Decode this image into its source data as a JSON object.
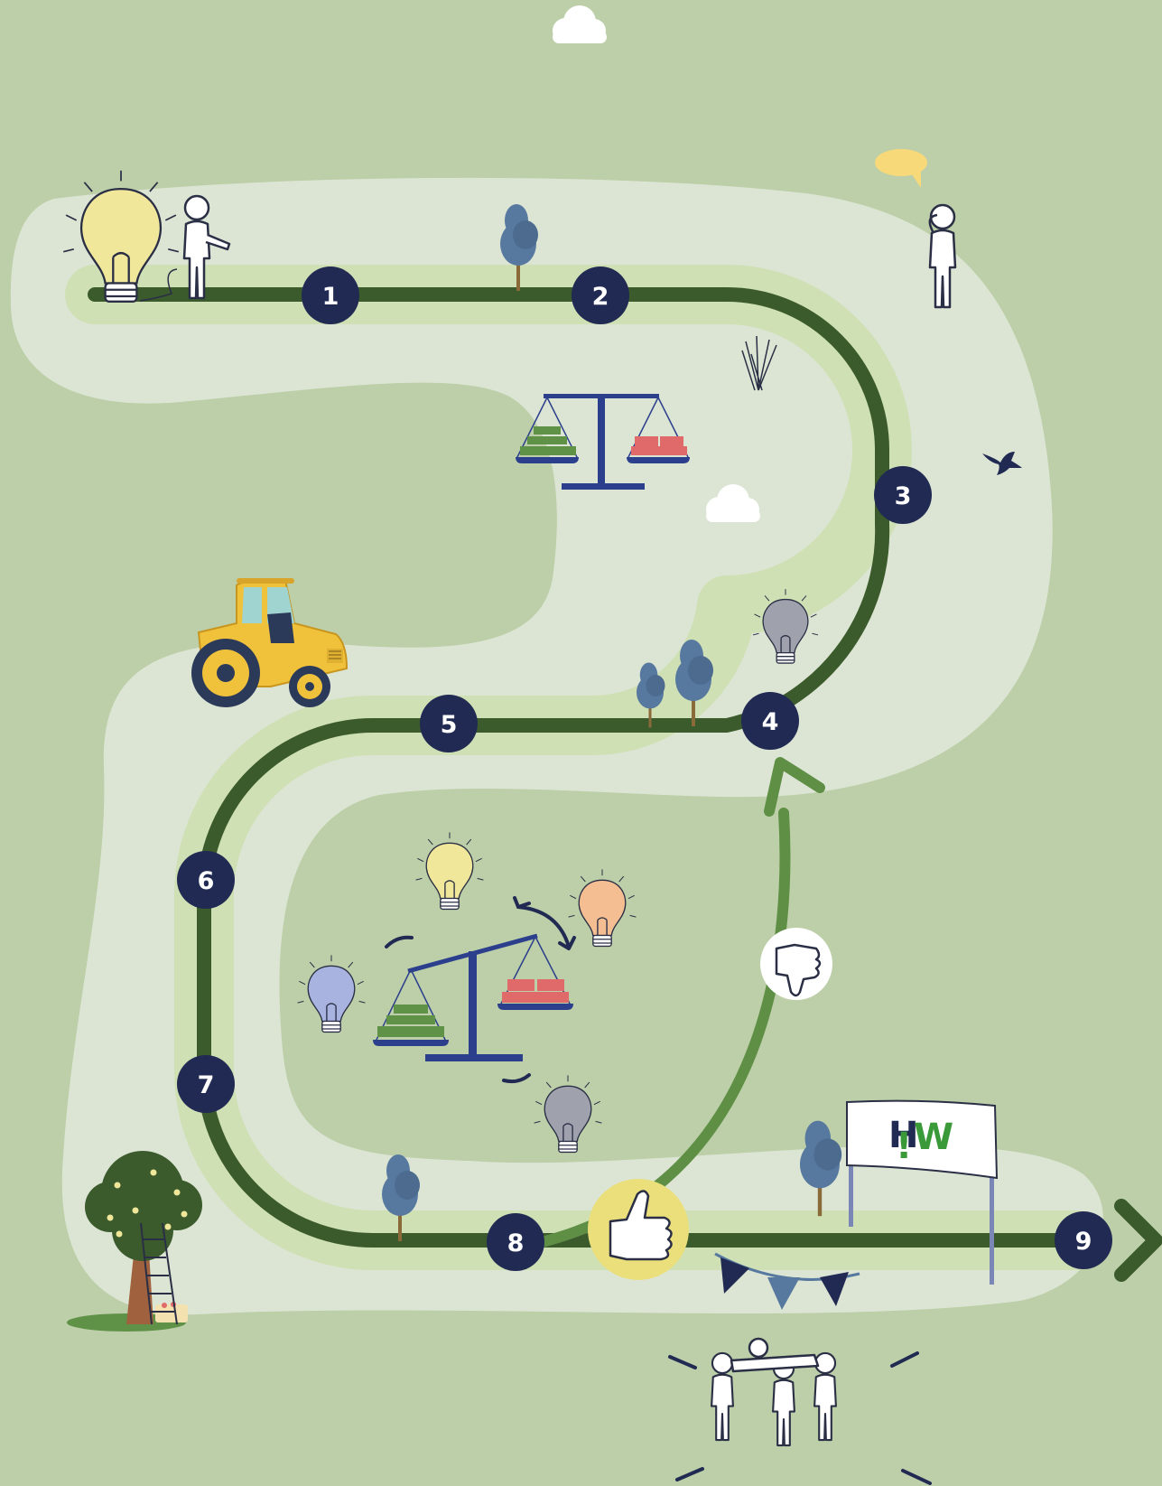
{
  "colors": {
    "background": "#bccfa8",
    "path_band": "#dce5d3",
    "track_glow": "#cfe0b5",
    "track": "#3b5b2c",
    "return_arrow": "#5f8f45",
    "step_marker": "#212a53",
    "bulb_yellow": "#f0e79a",
    "bulb_orange": "#f4bd92",
    "bulb_blue": "#a9b3e0",
    "bulb_grey": "#9fa2ad",
    "tree": "#57799f",
    "scale": "#2c3f8c",
    "weight_green": "#5f9247",
    "weight_red": "#e06a6a",
    "tractor": "#f0c23b",
    "thumbs_up_circle": "#eadf7a",
    "speech_bubble": "#f7d97a"
  },
  "steps": [
    {
      "label": "1"
    },
    {
      "label": "2"
    },
    {
      "label": "3"
    },
    {
      "label": "4"
    },
    {
      "label": "5"
    },
    {
      "label": "6"
    },
    {
      "label": "7"
    },
    {
      "label": "8"
    },
    {
      "label": "9"
    }
  ],
  "banner": {
    "text_h": "H",
    "text_w": "W",
    "mark": "!"
  },
  "icons": [
    "lightbulb-icon",
    "person-icon",
    "tree-icon",
    "scale-icon",
    "tractor-icon",
    "cloud-icon",
    "bird-icon",
    "speech-bubble-icon",
    "thumbs-up-icon",
    "thumbs-down-icon",
    "fruit-tree-icon",
    "ladder-icon",
    "bunting-icon",
    "celebrating-people-icon",
    "grass-tuft-icon",
    "finish-banner-icon"
  ]
}
